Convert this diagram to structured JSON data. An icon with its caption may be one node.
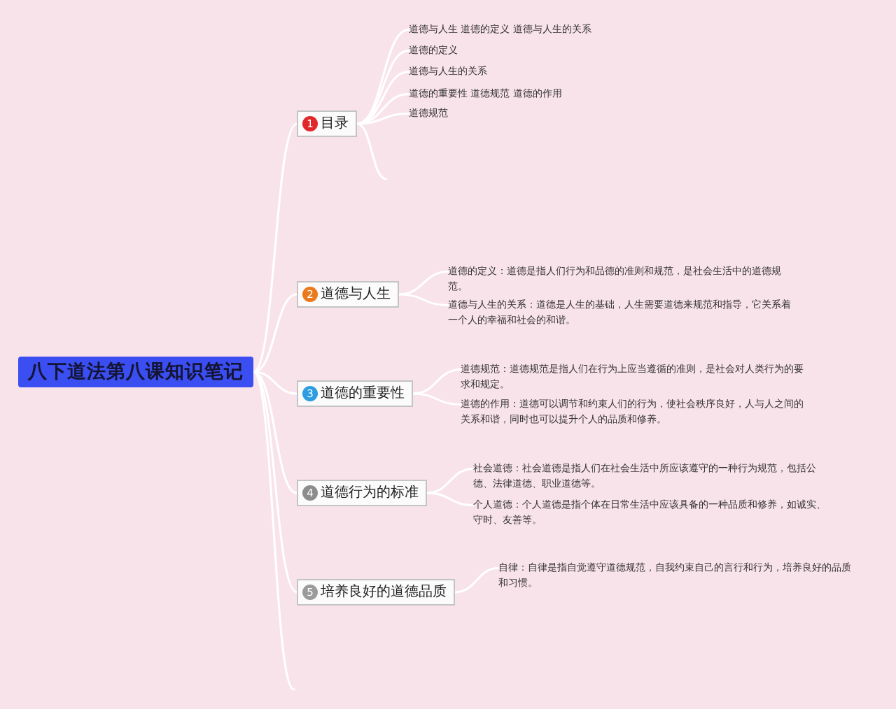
{
  "diagram": {
    "nodes": [
      {
        "text": [
          "八下道法第八课知识笔记"
        ]
      },
      {
        "text": [
          "1",
          "目录"
        ]
      },
      {
        "text": [
          "道德与人生 道德的定义 道德与人生的关系"
        ]
      },
      {
        "text": [
          "道德的定义"
        ]
      },
      {
        "text": [
          "道德与人生的关系"
        ]
      },
      {
        "text": [
          "道德的重要性 道德规范 道德的作用"
        ]
      },
      {
        "text": [
          "道德规范"
        ]
      },
      {
        "text": [
          "2",
          "道德与人生"
        ]
      },
      {
        "text": [
          "道德的定义：道德是指人们行为和品德的准则和规范，是社会生活中的道德规范。"
        ]
      },
      {
        "text": [
          "道德与人生的关系：道德是人生的基础，人生需要道德来规范和指导，它关系着一个人的幸福和社会的和谐。"
        ]
      },
      {
        "text": [
          "3",
          "道德的重要性"
        ]
      },
      {
        "text": [
          "道德规范：道德规范是指人们在行为上应当遵循的准则，是社会对人类行为的要求和规定。"
        ]
      },
      {
        "text": [
          "道德的作用：道德可以调节和约束人们的行为，使社会秩序良好，人与人之间的关系和谐，同时也可以提升个人的品质和修养。"
        ]
      },
      {
        "text": [
          "4",
          "道德行为的标准"
        ]
      },
      {
        "text": [
          "社会道德：社会道德是指人们在社会生活中所应该遵守的一种行为规范，包括公德、法律道德、职业道德等。"
        ]
      },
      {
        "text": [
          "个人道德：个人道德是指个体在日常生活中应该具备的一种品质和修养，如诚实、守时、友善等。"
        ]
      },
      {
        "text": [
          "5",
          "培养良好的道德品质"
        ]
      },
      {
        "text": [
          "自律：自律是指自觉遵守道德规范，自我约束自己的言行和行为，培养良好的品质和习惯。"
        ]
      }
    ],
    "edges": [
      {
        "from": 0,
        "to": 1,
        "arrow": "none"
      },
      {
        "from": 1,
        "to": 2,
        "arrow": "none"
      },
      {
        "from": 1,
        "to": 3,
        "arrow": "none"
      },
      {
        "from": 1,
        "to": 4,
        "arrow": "none"
      },
      {
        "from": 1,
        "to": 5,
        "arrow": "none"
      },
      {
        "from": 1,
        "to": 6,
        "arrow": "none"
      },
      {
        "from": 1,
        "to": null,
        "arrow": "none"
      },
      {
        "from": 0,
        "to": 7,
        "arrow": "none"
      },
      {
        "from": 7,
        "to": 8,
        "arrow": "none"
      },
      {
        "from": 7,
        "to": 9,
        "arrow": "none"
      },
      {
        "from": 0,
        "to": 10,
        "arrow": "none"
      },
      {
        "from": 10,
        "to": 11,
        "arrow": "none"
      },
      {
        "from": 10,
        "to": 12,
        "arrow": "none"
      },
      {
        "from": 0,
        "to": 13,
        "arrow": "none"
      },
      {
        "from": 13,
        "to": 14,
        "arrow": "none"
      },
      {
        "from": 13,
        "to": 15,
        "arrow": "none"
      },
      {
        "from": 0,
        "to": 16,
        "arrow": "none"
      },
      {
        "from": 16,
        "to": 17,
        "arrow": "none"
      },
      {
        "from": 0,
        "to": null,
        "arrow": "none"
      }
    ]
  }
}
